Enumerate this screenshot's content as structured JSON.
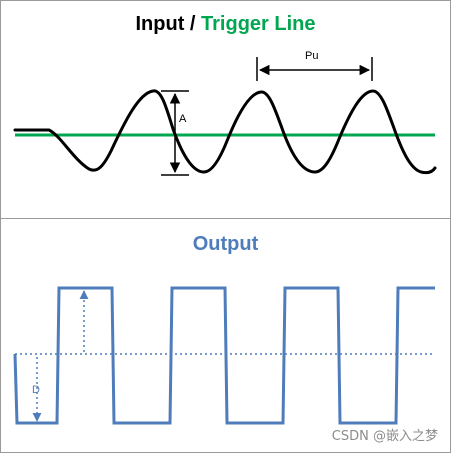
{
  "titles": {
    "input": "Input",
    "separator": " / ",
    "trigger": "Trigger Line",
    "output": "Output"
  },
  "labels": {
    "period": "Pu",
    "amplitude": "A",
    "deadband": "D"
  },
  "watermark": "CSDN @嵌入之梦",
  "colors": {
    "input_signal": "#000000",
    "trigger_line": "#00a650",
    "output_signal": "#4f7cba",
    "title_output": "#4f7cba"
  }
}
